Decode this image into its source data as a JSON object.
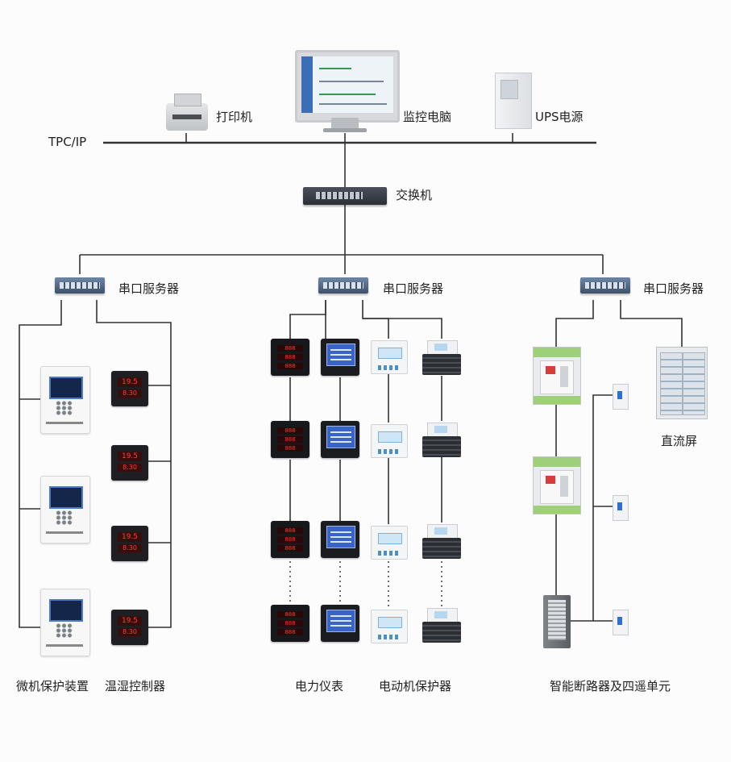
{
  "labels": {
    "printer": "打印机",
    "monitor_pc": "监控电脑",
    "ups": "UPS电源",
    "network": "TPC/IP",
    "switch": "交换机",
    "serial_server_1": "串口服务器",
    "serial_server_2": "串口服务器",
    "serial_server_3": "串口服务器",
    "relay_protection": "微机保护装置",
    "temp_humidity": "温湿控制器",
    "power_meter": "电力仪表",
    "motor_protector": "电动机保护器",
    "smart_breaker": "智能断路器及四遥单元",
    "dc_panel": "直流屏"
  },
  "readouts": {
    "tcu_top": "19.5",
    "tcu_bottom": "8.30"
  },
  "colors": {
    "line": "#333333",
    "relay_screen": "#14264a",
    "meter_digits": "#ff3030",
    "breaker_accent": "#9ed07a"
  },
  "icons": [
    "printer-icon",
    "monitor-icon",
    "ups-icon",
    "switch-icon",
    "serial-server-icon",
    "relay-icon",
    "temperature-controller-icon",
    "power-meter-icon",
    "motor-protector-icon",
    "breaker-icon",
    "mcb-icon",
    "rmu-icon",
    "dc-panel-icon"
  ]
}
